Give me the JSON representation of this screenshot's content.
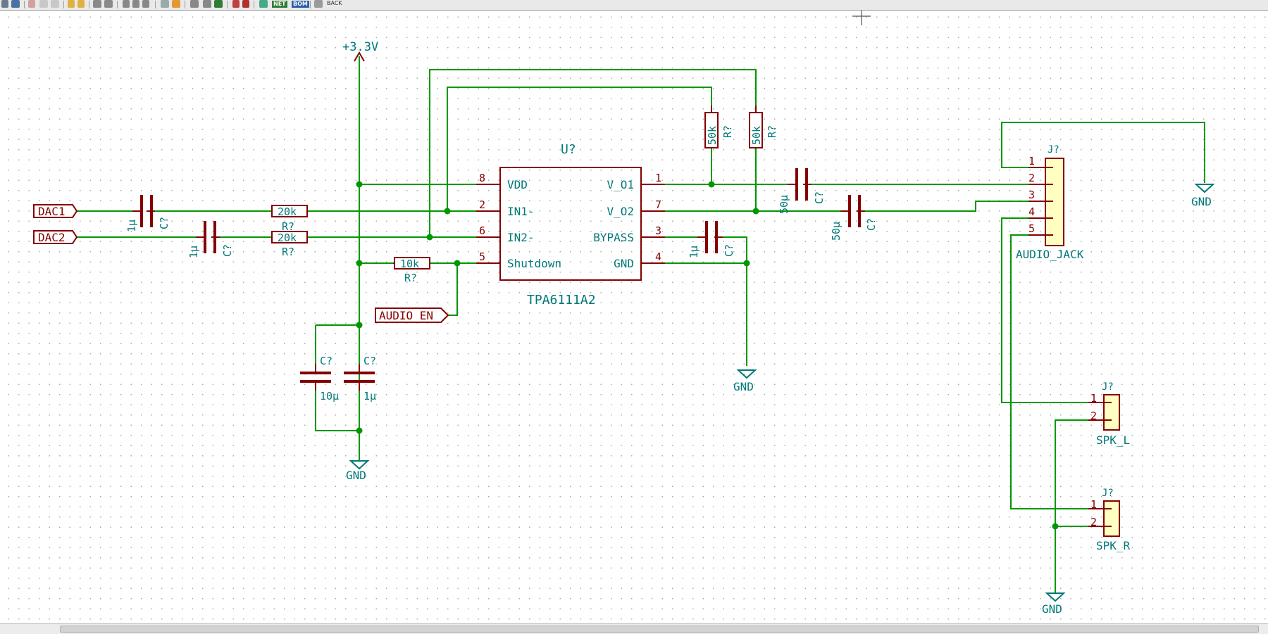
{
  "toolbar": {
    "back_label": "BACK"
  },
  "colors": {
    "wire": "#009700",
    "component_body": "#840000",
    "component_fill": "#ffffc2",
    "text": "#007878",
    "label_border": "#840000",
    "junction": "#009700",
    "grid_dot": "#a9a9a9"
  },
  "power": {
    "vcc": "+3.3V",
    "gnd": "GND"
  },
  "labels": {
    "dac1": "DAC1",
    "dac2": "DAC2",
    "audio_en": "AUDIO_EN"
  },
  "ic": {
    "ref": "U?",
    "value": "TPA6111A2",
    "pins_left": [
      {
        "num": "8",
        "name": "VDD"
      },
      {
        "num": "2",
        "name": "IN1-"
      },
      {
        "num": "6",
        "name": "IN2-"
      },
      {
        "num": "5",
        "name": "Shutdown"
      }
    ],
    "pins_right": [
      {
        "num": "1",
        "name": "V_O1"
      },
      {
        "num": "7",
        "name": "V_O2"
      },
      {
        "num": "3",
        "name": "BYPASS"
      },
      {
        "num": "4",
        "name": "GND"
      }
    ]
  },
  "resistors": {
    "r_in1": {
      "value": "20k",
      "ref": "R?"
    },
    "r_in2": {
      "value": "20k",
      "ref": "R?"
    },
    "r_sd": {
      "value": "10k",
      "ref": "R?"
    },
    "r_fb1": {
      "value": "50k",
      "ref": "R?"
    },
    "r_fb2": {
      "value": "50k",
      "ref": "R?"
    }
  },
  "capacitors": {
    "c_in1": {
      "value": "1µ",
      "ref": "C?"
    },
    "c_in2": {
      "value": "1µ",
      "ref": "C?"
    },
    "c_bulk": {
      "value": "10µ",
      "ref": "C?"
    },
    "c_dec": {
      "value": "1µ",
      "ref": "C?"
    },
    "c_byp": {
      "value": "1µ",
      "ref": "C?"
    },
    "c_out1": {
      "value": "50µ",
      "ref": "C?"
    },
    "c_out2": {
      "value": "50µ",
      "ref": "C?"
    }
  },
  "connectors": {
    "audio_jack": {
      "ref": "J?",
      "value": "AUDIO_JACK",
      "pins": [
        "1",
        "2",
        "3",
        "4",
        "5"
      ]
    },
    "spk_l": {
      "ref": "J?",
      "value": "SPK_L",
      "pins": [
        "1",
        "2"
      ]
    },
    "spk_r": {
      "ref": "J?",
      "value": "SPK_R",
      "pins": [
        "1",
        "2"
      ]
    }
  }
}
